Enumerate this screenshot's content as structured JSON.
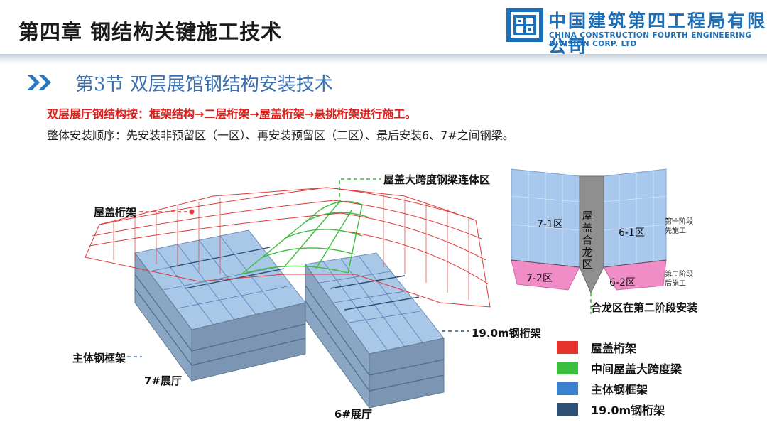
{
  "header": {
    "chapter_title": "第四章 钢结构关键施工技术",
    "company_cn": "中国建筑第四工程局有限公司",
    "company_en": "CHINA CONSTRUCTION FOURTH ENGINEERING DIVISION CORP. LTD",
    "logo_icon": "cscec-logo-icon",
    "brand_color": "#1d6fb8"
  },
  "section": {
    "title": "第3节  双层展馆钢结构安装技术",
    "line1": "双层展厅钢结构按：框架结构→二层桁架→屋盖桁架→悬挑桁架进行施工。",
    "line2": "整体安装顺序：先安装非预留区（一区）、再安装预留区（二区）、最后安装6、7#之间钢梁。"
  },
  "diagram": {
    "labels": {
      "roof_truss": "屋盖桁架",
      "roof_span_zone": "屋盖大跨度钢梁连体区",
      "truss_19m": "19.0m钢桁架",
      "main_frame": "主体钢框架",
      "hall7": "7#展厅",
      "hall6": "6#展厅"
    },
    "colors": {
      "red": "#e03a3a",
      "green": "#3cbf3c",
      "blue": "#3a7fd0",
      "navy": "#2e4f74"
    }
  },
  "plan": {
    "zone_7_1": "7-1区",
    "zone_6_1": "6-1区",
    "zone_7_2": "7-2区",
    "zone_6_2": "6-2区",
    "closure_vertical": "屋盖合龙区",
    "stage1": [
      "第一阶段",
      "先施工"
    ],
    "stage2": [
      "第二阶段",
      "后施工"
    ],
    "closure_note": "合龙区在第二阶段安装"
  },
  "legend": [
    {
      "label": "屋盖桁架",
      "color": "#e5322d"
    },
    {
      "label": "中间屋盖大跨度梁",
      "color": "#3cbf3c"
    },
    {
      "label": "主体钢框架",
      "color": "#3a82d0"
    },
    {
      "label": "19.0m钢桁架",
      "color": "#2e4f74"
    }
  ]
}
